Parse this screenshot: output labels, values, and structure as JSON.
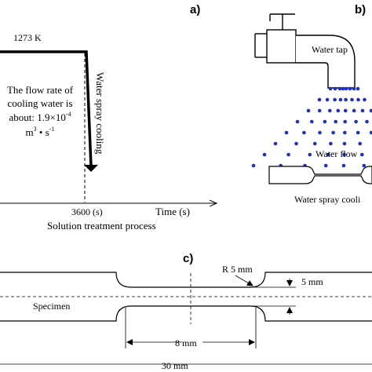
{
  "panel_a": {
    "label": "a)",
    "temperature": "1273 K",
    "flow_text": {
      "line1": "The flow rate of",
      "line2": "cooling water is",
      "line3_prefix": "about: 1.9×10",
      "line3_exp": "-4",
      "line4_prefix": "m",
      "line4_sup": "3",
      "line4_mid": " • s",
      "line4_exp": "-1"
    },
    "cooling_label": "Water spray cooling",
    "time_tick": "3600 (s)",
    "time_axis_label": "Time (s)",
    "process_label": "Solution treatment process"
  },
  "panel_b": {
    "label": "b)",
    "tap_label": "Water tap",
    "flow_label": "Water flow",
    "caption": "Water spray cooli",
    "droplet_color": "#1f2fc8"
  },
  "panel_c": {
    "label": "c)",
    "radius_label": "R 5 mm",
    "width_label": "5 mm",
    "specimen_label": "Specimen",
    "gauge_length_label": "8 mm",
    "total_length_label": "30 mm"
  }
}
